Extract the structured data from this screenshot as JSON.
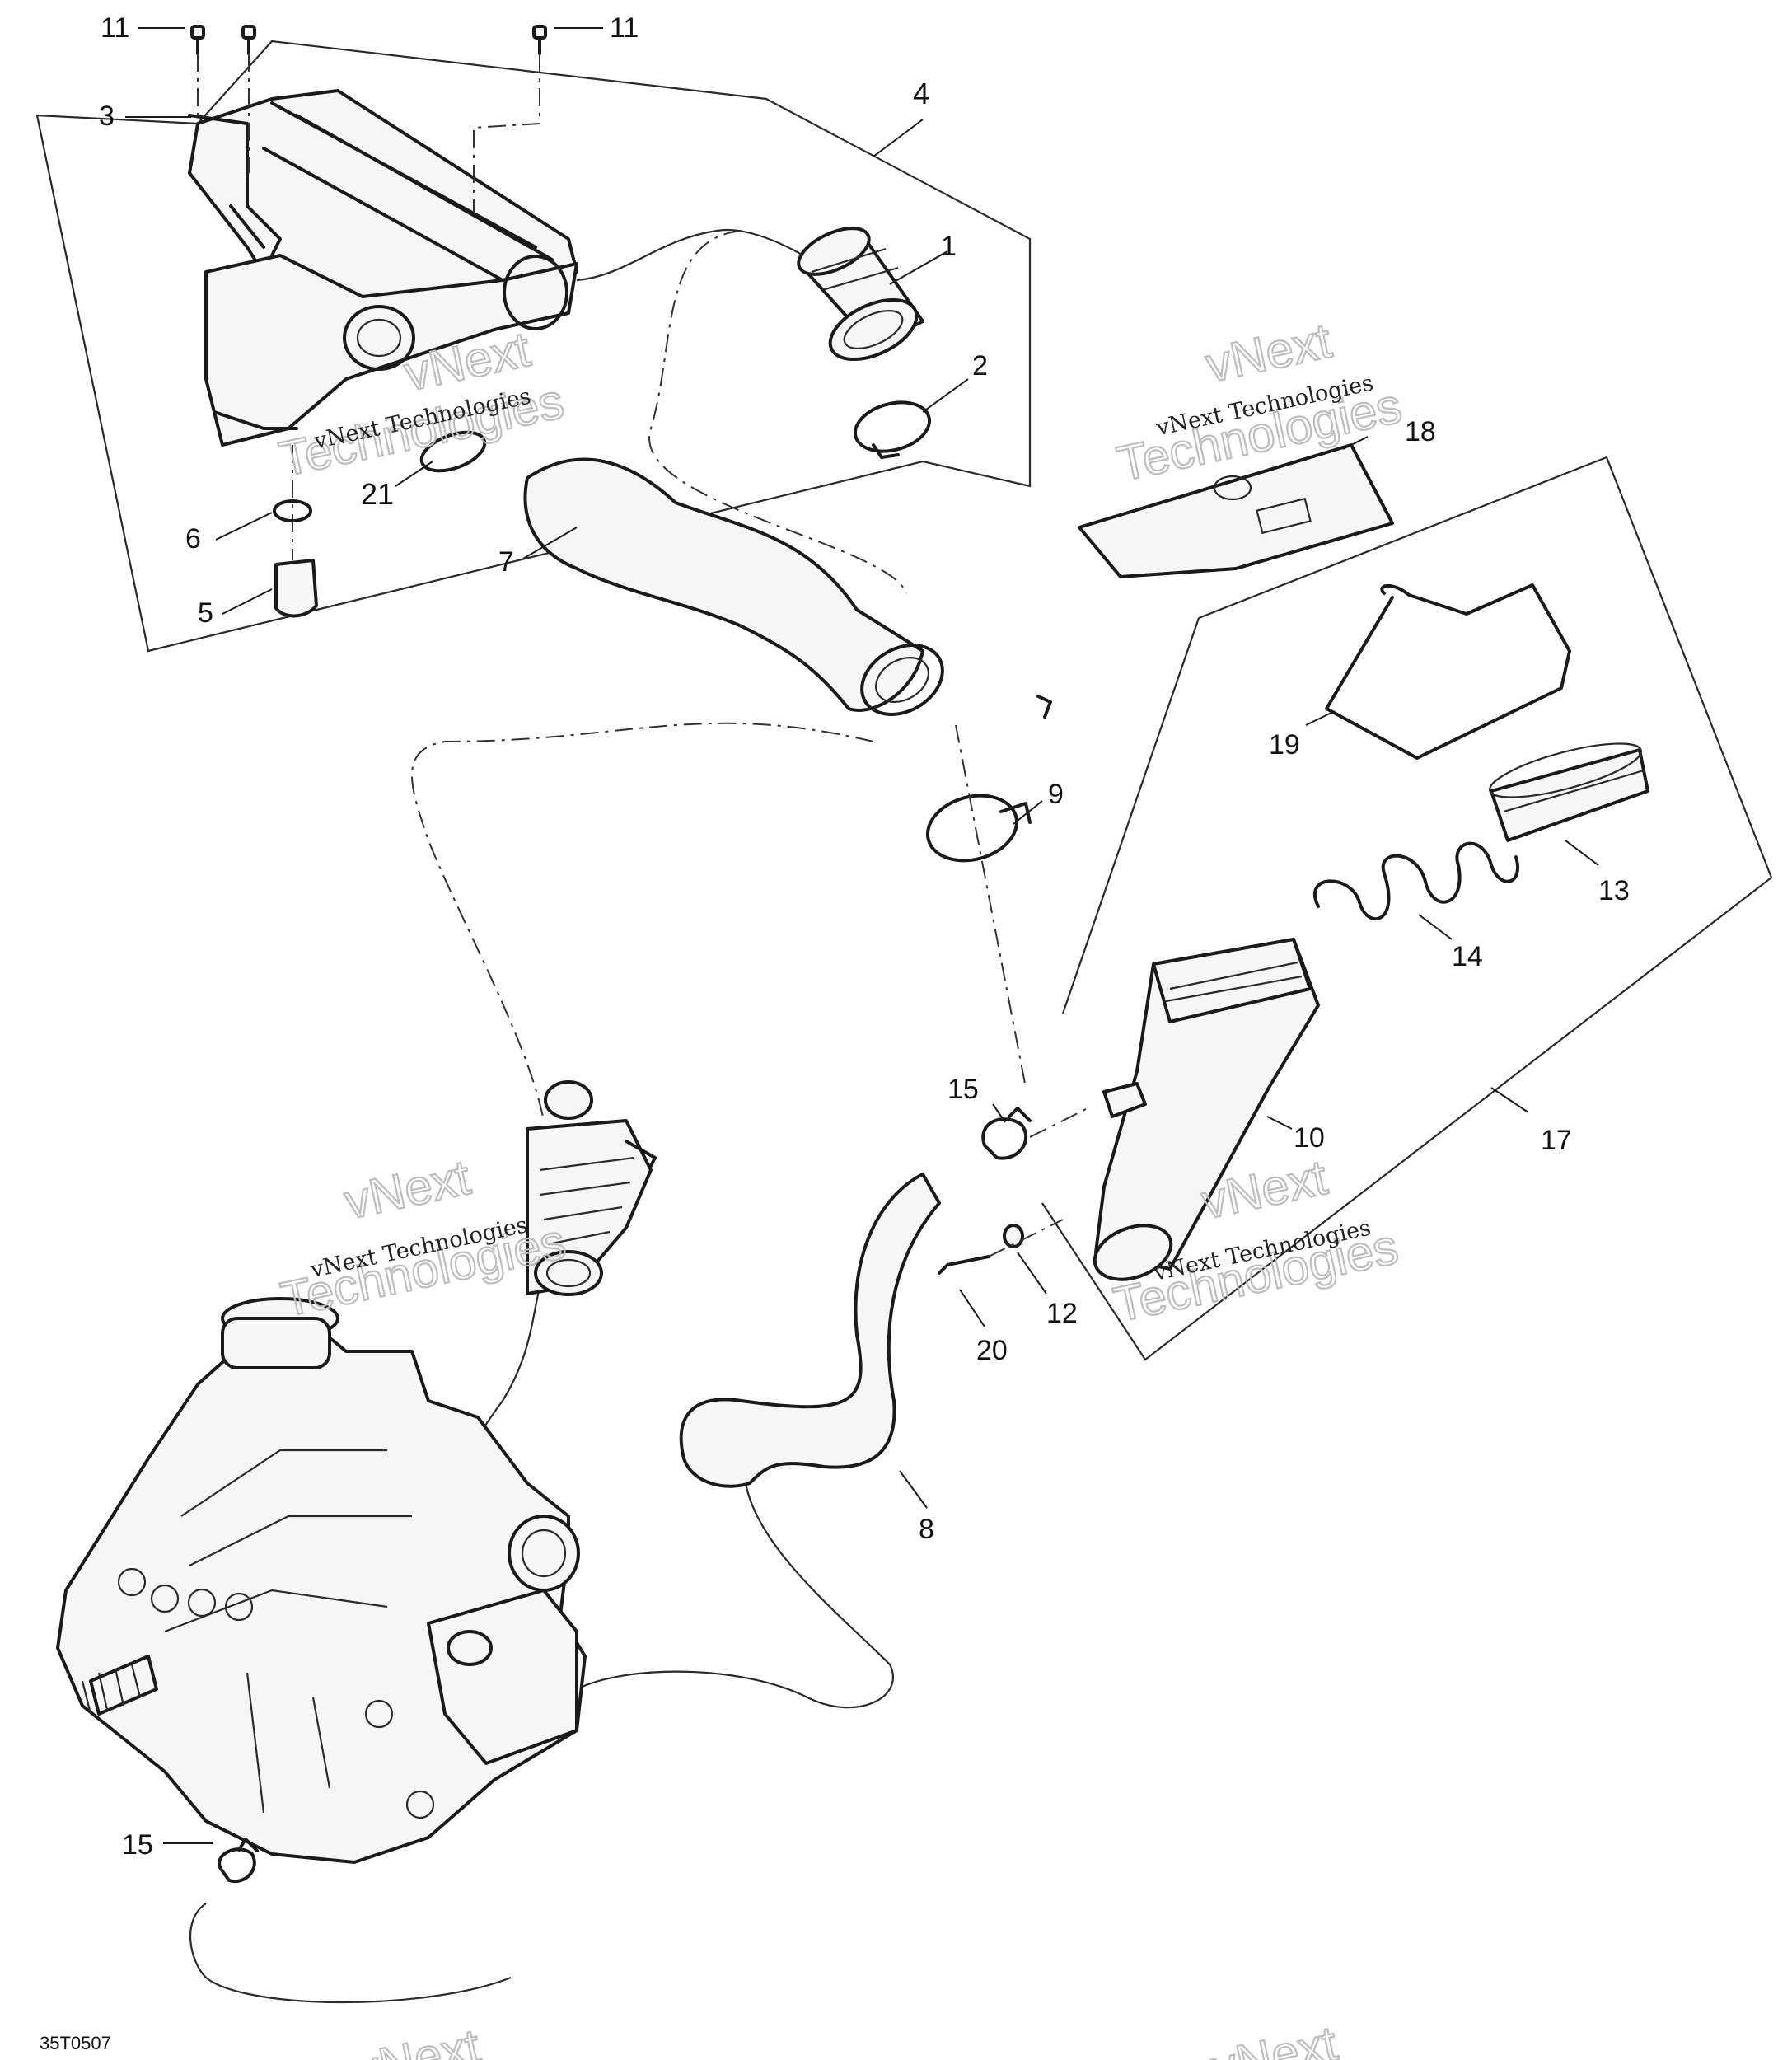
{
  "diagram": {
    "drawing_code": "35T0507",
    "watermark_company": "vNext Technologies",
    "watermark_word_1": "vNext",
    "watermark_word_2": "Technologies",
    "callouts": {
      "c1": "1",
      "c2": "2",
      "c3": "3",
      "c4": "4",
      "c5": "5",
      "c6": "6",
      "c7": "7",
      "c8": "8",
      "c9": "9",
      "c10": "10",
      "c11a": "11",
      "c11b": "11",
      "c12": "12",
      "c13": "13",
      "c14": "14",
      "c15a": "15",
      "c15b": "15",
      "c17": "17",
      "c18": "18",
      "c19": "19",
      "c20": "20",
      "c21": "21"
    }
  }
}
